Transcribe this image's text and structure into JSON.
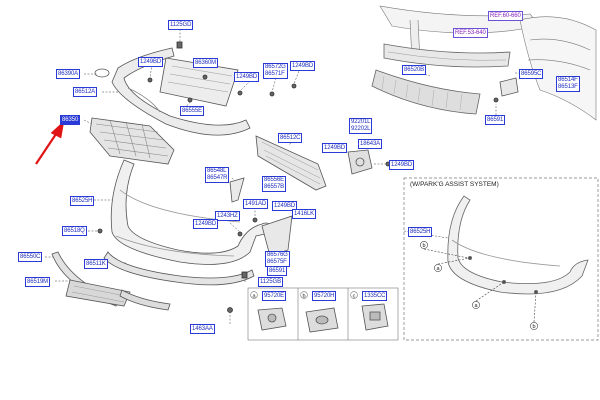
{
  "inset": {
    "title": "(W/PARK'G ASSIST SYSTEM)",
    "part_label": "86525H",
    "callouts": [
      "a",
      "b",
      "a",
      "b",
      "a",
      "b"
    ]
  },
  "legend": {
    "cells": [
      {
        "letter": "a",
        "part": "95720E"
      },
      {
        "letter": "b",
        "part": "95720H"
      },
      {
        "letter": "c",
        "part": "1335CC"
      }
    ]
  },
  "labels": {
    "l1125GD": "1125GD",
    "l1249BD_a": "1249BD",
    "l86360M": "86360M",
    "l1249BD_b": "1249BD",
    "l86572G": "86572G",
    "l86571F": "86571F",
    "l1249BD_c": "1249BD",
    "l86390A": "86390A",
    "l86512A": "86512A",
    "l86555E": "86555E",
    "l86350": "86350",
    "l86512C": "86512C",
    "l92201L": "92201L",
    "l92202L": "92202L",
    "l1249BD_d": "1249BD",
    "l18643A": "18643A",
    "l1249BD_e": "1249BD",
    "l86548L": "86548L",
    "l86547R": "86547R",
    "l86556E": "86556E",
    "l86557B": "86557B",
    "l86525H": "86525H",
    "l1491AD": "1491AD",
    "l1249BD_f": "1249BD",
    "l1243HZ": "1243HZ",
    "l1249BD_g": "1249BD",
    "l1416LK": "1416LK",
    "l86518Q": "86518Q",
    "l86550C": "86550C",
    "l86511K": "86511K",
    "l86576G": "86576G",
    "l86575F": "86575F",
    "l86591": "86591",
    "l1125GB": "1125GB",
    "l86519M": "86519M",
    "l1463AA": "1463AA",
    "lREF6060": "REF.60-660",
    "lREF5364": "REF.53-640",
    "l86520B": "86520B",
    "l86595C": "86595C",
    "l86514F": "86514F",
    "l86513F": "86513F",
    "l86591_r": "86591"
  }
}
